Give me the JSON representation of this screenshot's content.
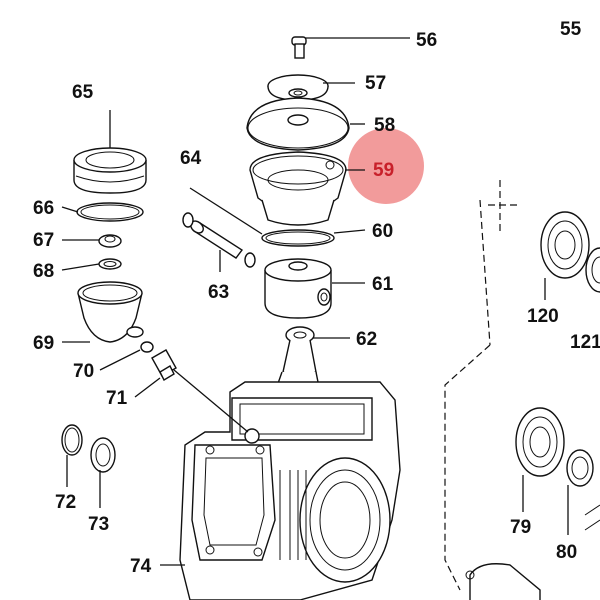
{
  "highlight_color": "#f08a8a",
  "highlight_text_color": "#c8202a",
  "callouts": {
    "c55": "55",
    "c56": "56",
    "c57": "57",
    "c58": "58",
    "c59": "59",
    "c60": "60",
    "c61": "61",
    "c62": "62",
    "c63": "63",
    "c64": "64",
    "c65": "65",
    "c66": "66",
    "c67": "67",
    "c68": "68",
    "c69": "69",
    "c70": "70",
    "c71": "71",
    "c72": "72",
    "c73": "73",
    "c74": "74",
    "c79": "79",
    "c80": "80",
    "c120": "120",
    "c121": "121"
  },
  "selected_callout": "59"
}
